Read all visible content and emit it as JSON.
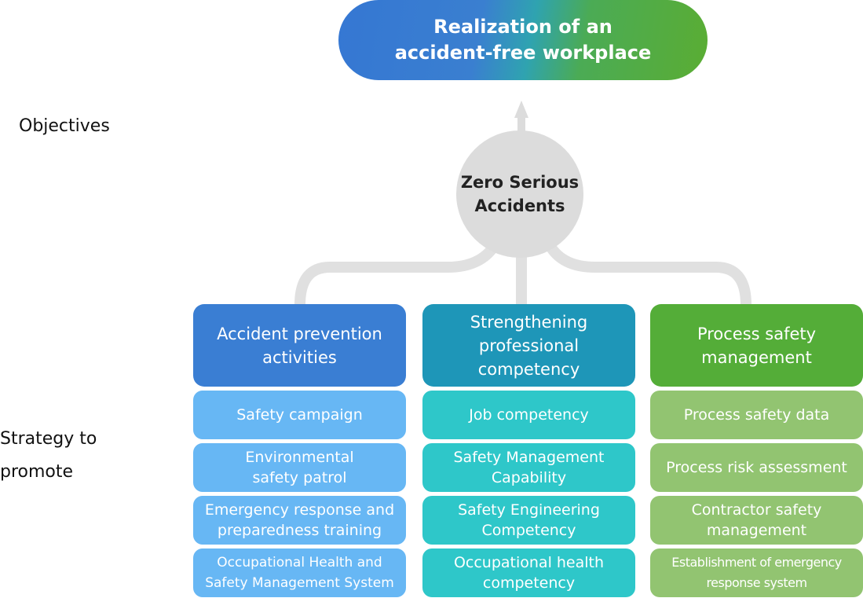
{
  "goal": "Realization of an\naccident-free workplace",
  "objectives_label": "Objectives",
  "hub": "Zero Serious\nAccidents",
  "strategy_label": "Strategy to\npromote",
  "colors": {
    "goal_gradient": [
      "#3577d3",
      "#2fa3b0",
      "#5aad33"
    ],
    "hub": "#dcdcdc",
    "connector": "#e0e0e0",
    "col1_header": "#3a7ed3",
    "col1_item": "#67b7f4",
    "col2_header": "#1e96b8",
    "col2_item": "#2ec7c9",
    "col3_header": "#54ad38",
    "col3_item": "#92c471"
  },
  "columns": [
    {
      "header": "Accident prevention\nactivities",
      "items": [
        "Safety campaign",
        "Environmental\nsafety patrol",
        "Emergency response and\npreparedness training",
        "Occupational Health and\nSafety Management System"
      ]
    },
    {
      "header": "Strengthening\nprofessional\ncompetency",
      "items": [
        "Job competency",
        "Safety Management\nCapability",
        "Safety Engineering\nCompetency",
        "Occupational health\ncompetency"
      ]
    },
    {
      "header": "Process safety\nmanagement",
      "items": [
        "Process safety data",
        "Process risk assessment",
        "Contractor safety\nmanagement",
        "Establishment of emergency\nresponse system"
      ]
    }
  ]
}
